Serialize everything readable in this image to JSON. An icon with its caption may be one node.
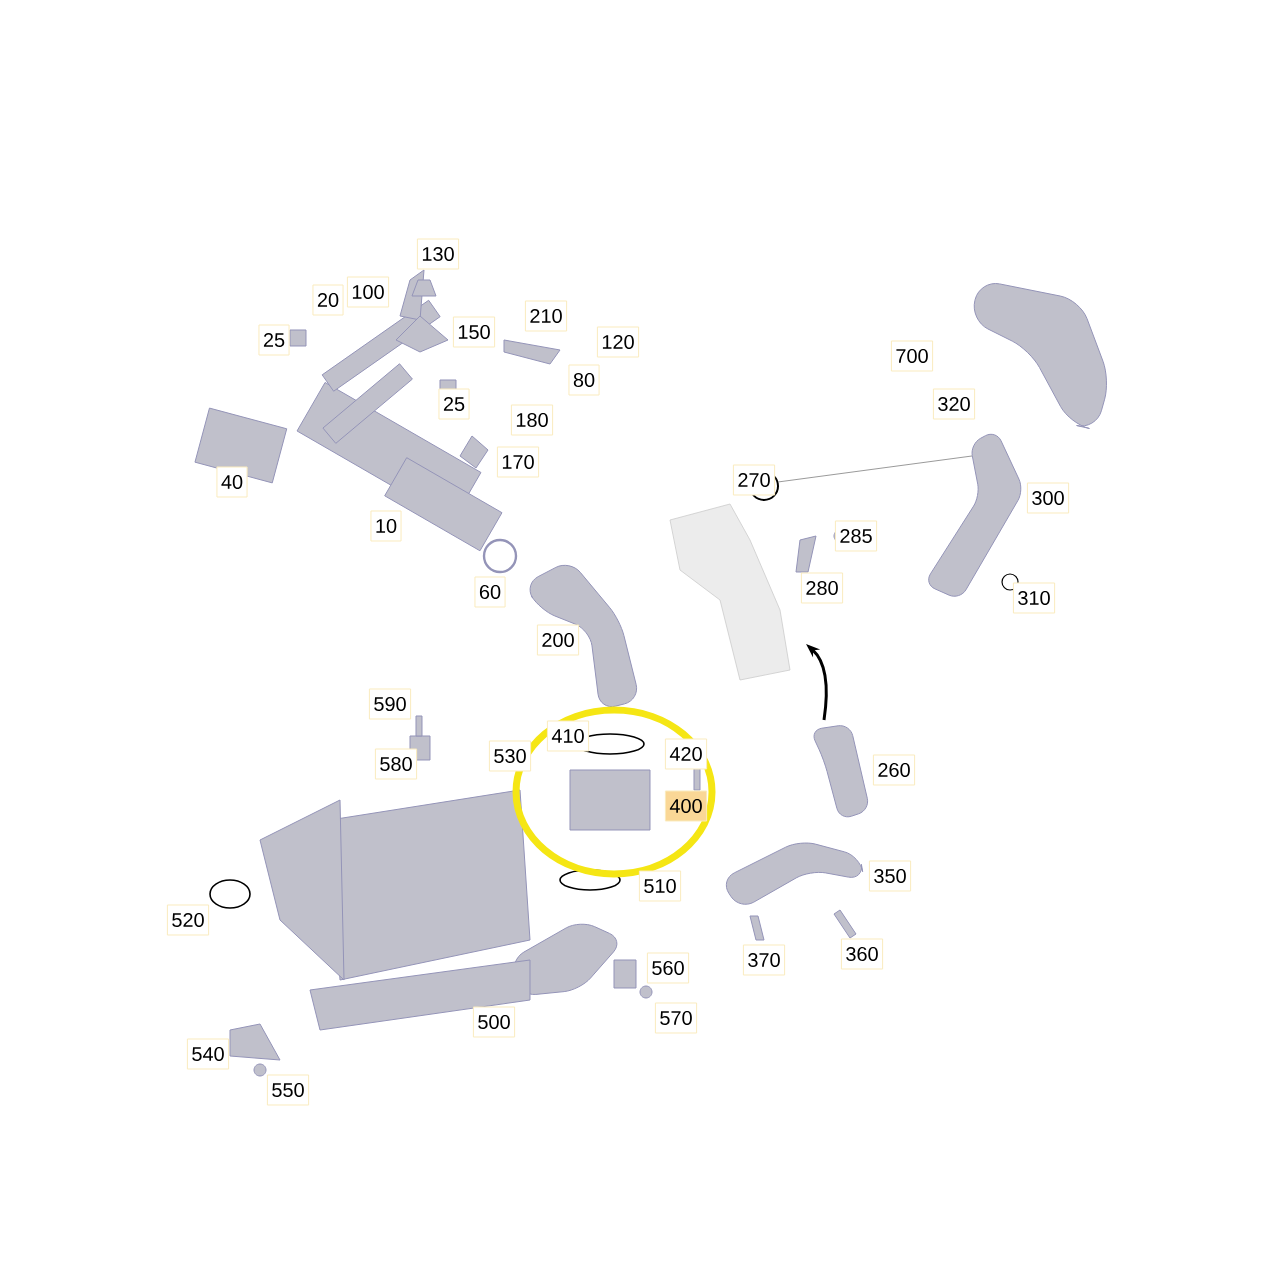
{
  "diagram": {
    "labels": [
      "130",
      "20",
      "100",
      "25",
      "150",
      "210",
      "120",
      "80",
      "25",
      "180",
      "40",
      "170",
      "10",
      "270",
      "700",
      "320",
      "300",
      "285",
      "280",
      "60",
      "310",
      "200",
      "590",
      "410",
      "420",
      "530",
      "580",
      "400",
      "260",
      "520",
      "510",
      "350",
      "370",
      "360",
      "560",
      "500",
      "570",
      "540",
      "550"
    ]
  }
}
